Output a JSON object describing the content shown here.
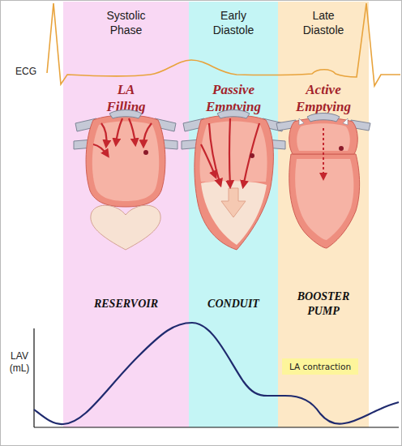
{
  "diagram": {
    "nodes": [
      {
        "text": [
          "Systolic Phase",
          "LA Filling",
          "RESERVOIR"
        ]
      },
      {
        "text": [
          "Early Diastole",
          "Passive Emptying",
          "CONDUIT"
        ]
      },
      {
        "text": [
          "Late Diastole",
          "Active Emptying",
          "BOOSTER PUMP"
        ]
      },
      {
        "text": [
          "LA contraction"
        ],
        "in": 2
      }
    ],
    "labels": [
      "ECG",
      "LAV (mL)"
    ]
  }
}
